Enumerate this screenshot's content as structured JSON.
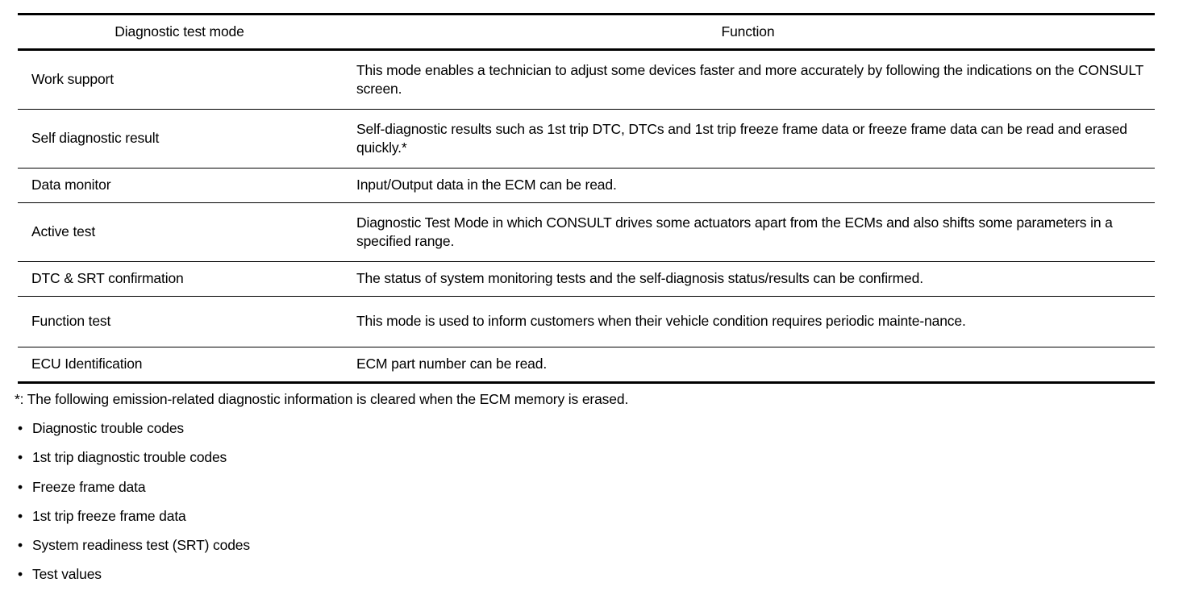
{
  "table": {
    "headers": {
      "mode": "Diagnostic test mode",
      "function": "Function"
    },
    "rows": [
      {
        "mode": "Work support",
        "function": "This mode enables a technician to adjust some devices faster and more accurately by following the indications on the CONSULT screen."
      },
      {
        "mode": "Self diagnostic result",
        "function": "Self-diagnostic results such as 1st trip DTC, DTCs and 1st trip freeze frame data or freeze frame data can be read and erased quickly.*"
      },
      {
        "mode": "Data monitor",
        "function": "Input/Output data in the ECM can be read."
      },
      {
        "mode": "Active test",
        "function": "Diagnostic Test Mode in which CONSULT drives some actuators apart from the ECMs and also shifts some parameters in a specified range."
      },
      {
        "mode": "DTC & SRT confirmation",
        "function": "The status of system monitoring tests and the self-diagnosis status/results can be confirmed."
      },
      {
        "mode": "Function test",
        "function": "This mode is used to inform customers when their vehicle condition requires periodic mainte-nance."
      },
      {
        "mode": "ECU Identification",
        "function": "ECM part number can be read."
      }
    ]
  },
  "footnote": {
    "text": "*: The following emission-related diagnostic information is cleared when the ECM memory is erased.",
    "bullet_marker": "•",
    "items": [
      "Diagnostic trouble codes",
      "1st trip diagnostic trouble codes",
      "Freeze frame data",
      "1st trip freeze frame data",
      "System readiness test (SRT) codes",
      "Test values"
    ]
  }
}
